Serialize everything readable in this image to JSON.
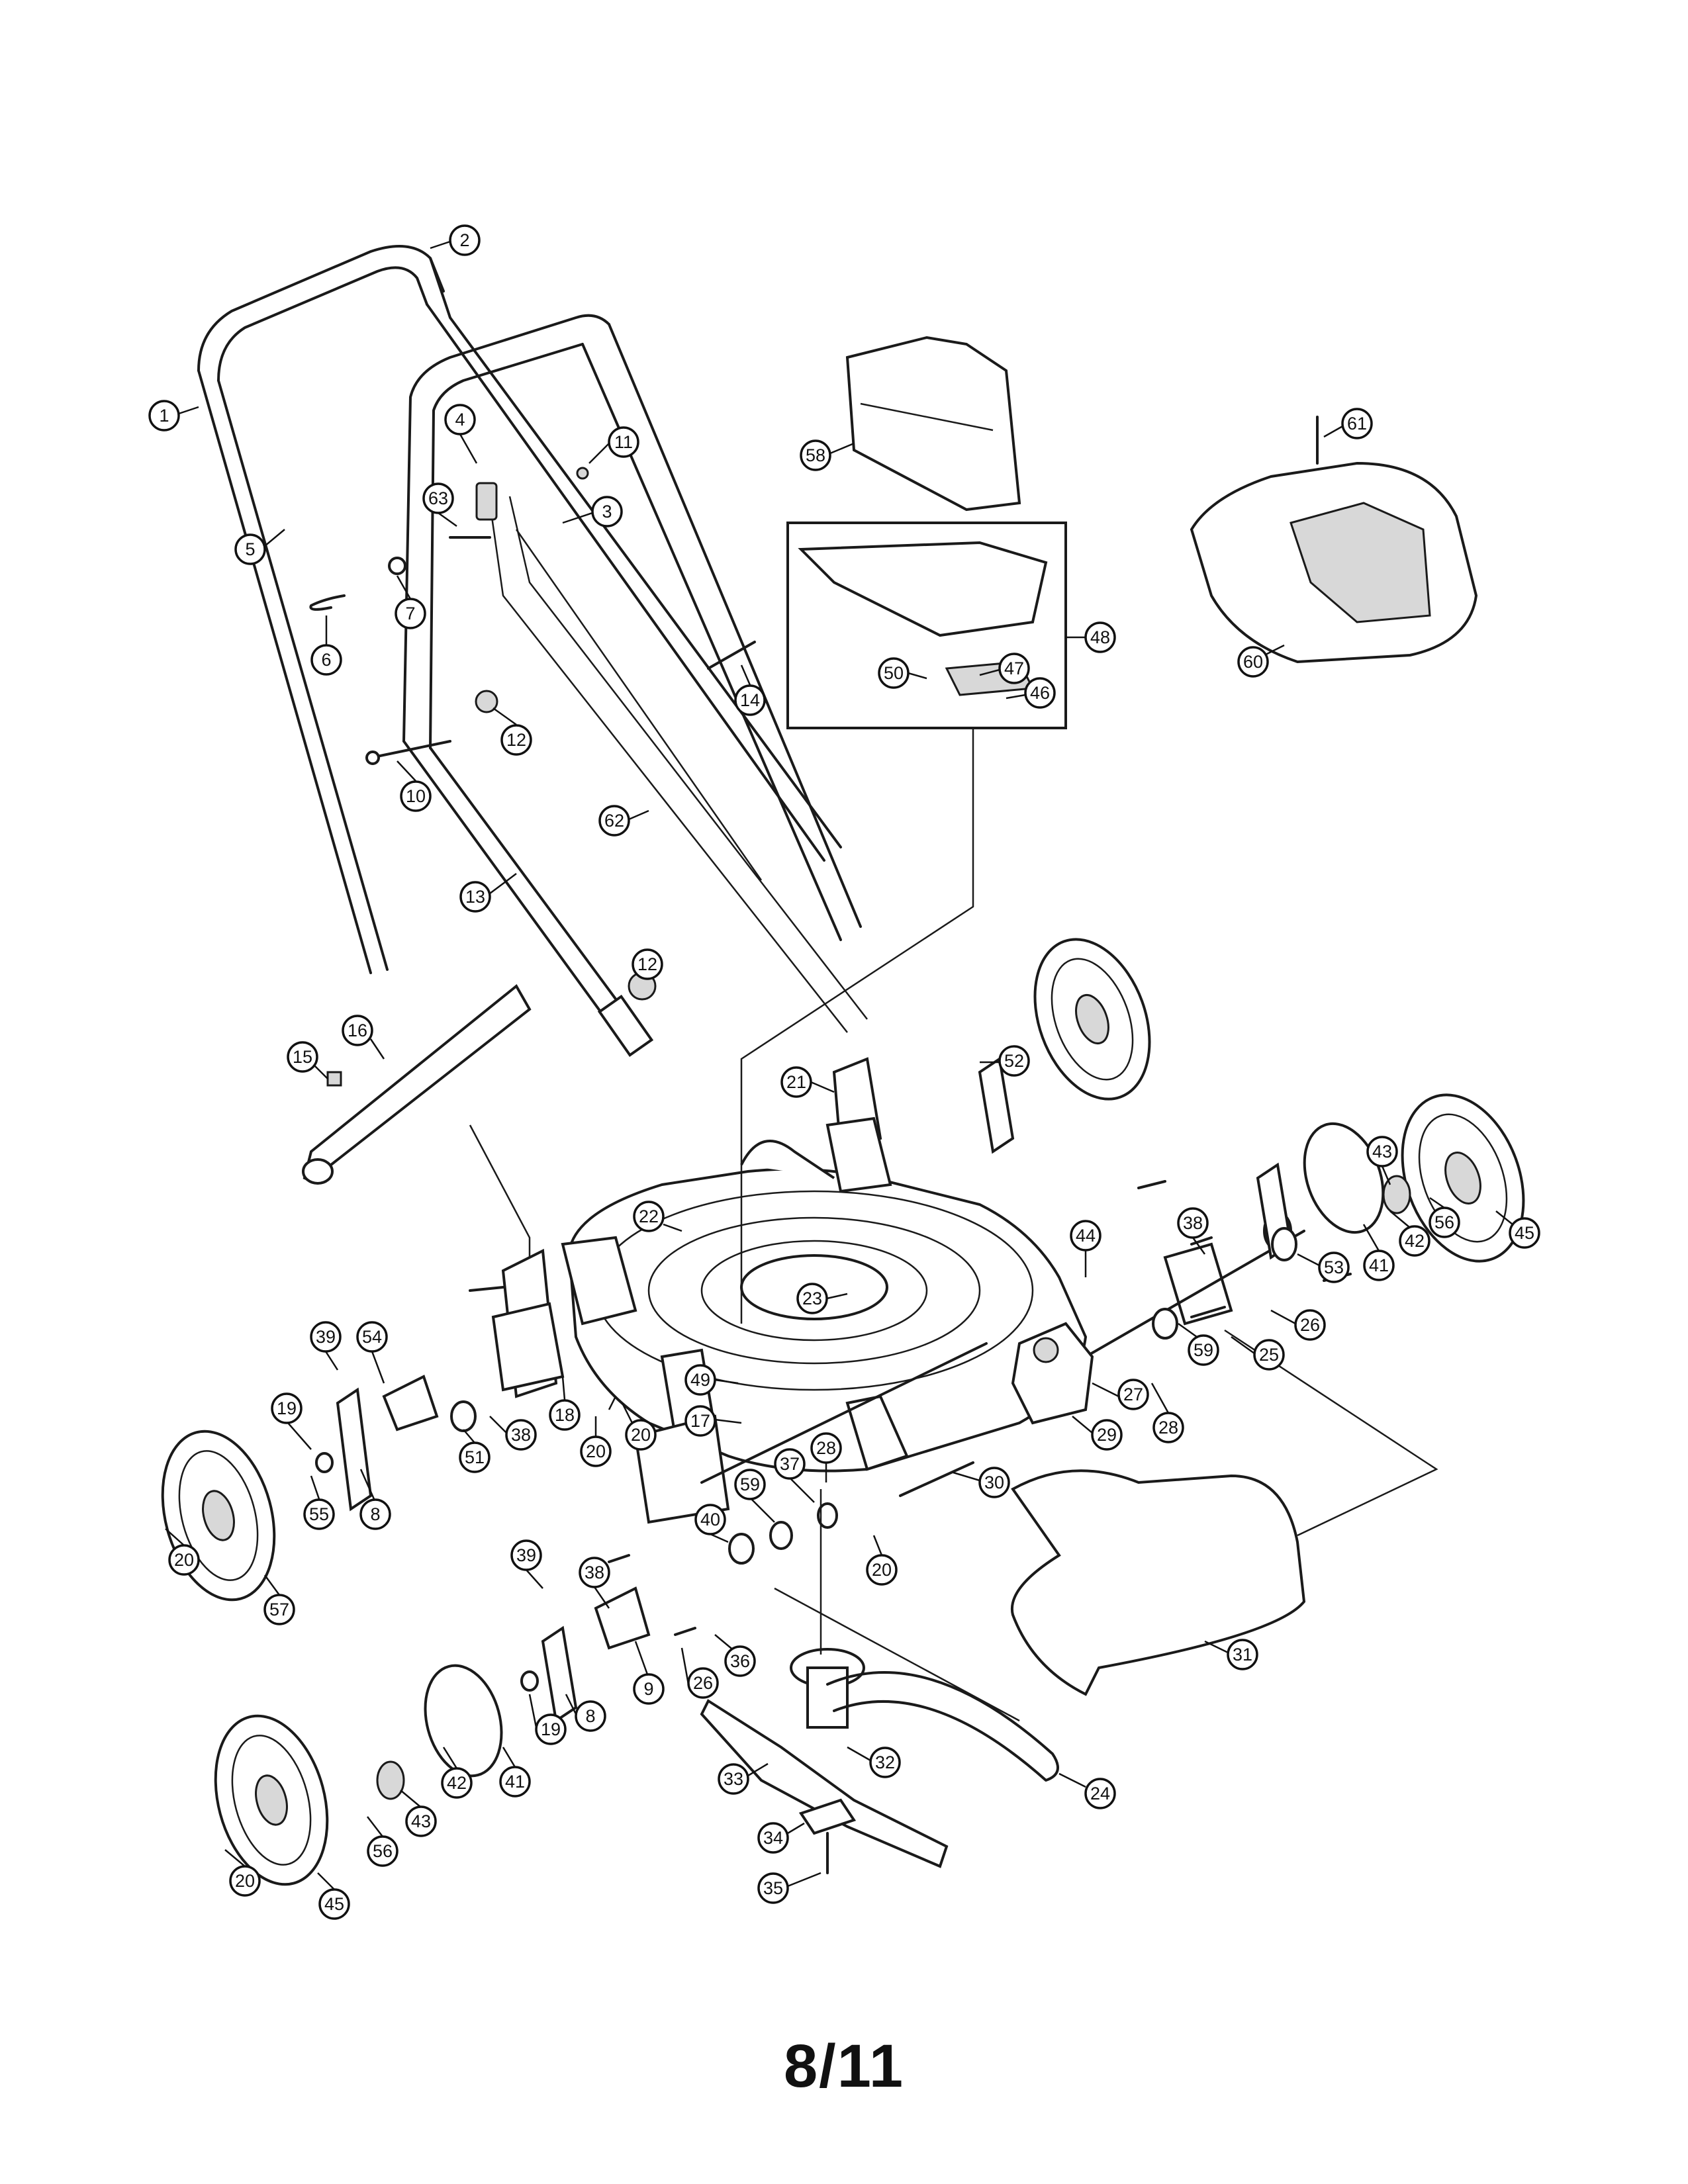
{
  "page": {
    "label": "8/11"
  },
  "callouts": [
    {
      "id": "c1",
      "text": "1"
    },
    {
      "id": "c2",
      "text": "2"
    },
    {
      "id": "c3",
      "text": "3"
    },
    {
      "id": "c4",
      "text": "4"
    },
    {
      "id": "c5",
      "text": "5"
    },
    {
      "id": "c6",
      "text": "6"
    },
    {
      "id": "c7",
      "text": "7"
    },
    {
      "id": "c8a",
      "text": "8"
    },
    {
      "id": "c8b",
      "text": "8"
    },
    {
      "id": "c9",
      "text": "9"
    },
    {
      "id": "c10",
      "text": "10"
    },
    {
      "id": "c11",
      "text": "11"
    },
    {
      "id": "c12a",
      "text": "12"
    },
    {
      "id": "c12b",
      "text": "12"
    },
    {
      "id": "c13",
      "text": "13"
    },
    {
      "id": "c14",
      "text": "14"
    },
    {
      "id": "c15",
      "text": "15"
    },
    {
      "id": "c16",
      "text": "16"
    },
    {
      "id": "c17",
      "text": "17"
    },
    {
      "id": "c18",
      "text": "18"
    },
    {
      "id": "c19a",
      "text": "19"
    },
    {
      "id": "c19b",
      "text": "19"
    },
    {
      "id": "c20a",
      "text": "20"
    },
    {
      "id": "c20b",
      "text": "20"
    },
    {
      "id": "c20c",
      "text": "20"
    },
    {
      "id": "c20d",
      "text": "20"
    },
    {
      "id": "c20e",
      "text": "20"
    },
    {
      "id": "c20f",
      "text": "20"
    },
    {
      "id": "c21",
      "text": "21"
    },
    {
      "id": "c22",
      "text": "22"
    },
    {
      "id": "c23",
      "text": "23"
    },
    {
      "id": "c24",
      "text": "24"
    },
    {
      "id": "c25",
      "text": "25"
    },
    {
      "id": "c26a",
      "text": "26"
    },
    {
      "id": "c26b",
      "text": "26"
    },
    {
      "id": "c27",
      "text": "27"
    },
    {
      "id": "c28a",
      "text": "28"
    },
    {
      "id": "c28b",
      "text": "28"
    },
    {
      "id": "c29",
      "text": "29"
    },
    {
      "id": "c30",
      "text": "30"
    },
    {
      "id": "c31",
      "text": "31"
    },
    {
      "id": "c32",
      "text": "32"
    },
    {
      "id": "c33",
      "text": "33"
    },
    {
      "id": "c34",
      "text": "34"
    },
    {
      "id": "c35",
      "text": "35"
    },
    {
      "id": "c36",
      "text": "36"
    },
    {
      "id": "c37",
      "text": "37"
    },
    {
      "id": "c38a",
      "text": "38"
    },
    {
      "id": "c38b",
      "text": "38"
    },
    {
      "id": "c38c",
      "text": "38"
    },
    {
      "id": "c39a",
      "text": "39"
    },
    {
      "id": "c39b",
      "text": "39"
    },
    {
      "id": "c40",
      "text": "40"
    },
    {
      "id": "c41a",
      "text": "41"
    },
    {
      "id": "c41b",
      "text": "41"
    },
    {
      "id": "c42a",
      "text": "42"
    },
    {
      "id": "c42b",
      "text": "42"
    },
    {
      "id": "c43a",
      "text": "43"
    },
    {
      "id": "c43b",
      "text": "43"
    },
    {
      "id": "c44",
      "text": "44"
    },
    {
      "id": "c45a",
      "text": "45"
    },
    {
      "id": "c45b",
      "text": "45"
    },
    {
      "id": "c46",
      "text": "46"
    },
    {
      "id": "c47",
      "text": "47"
    },
    {
      "id": "c48",
      "text": "48"
    },
    {
      "id": "c49",
      "text": "49"
    },
    {
      "id": "c50",
      "text": "50"
    },
    {
      "id": "c51",
      "text": "51"
    },
    {
      "id": "c52",
      "text": "52"
    },
    {
      "id": "c53",
      "text": "53"
    },
    {
      "id": "c54",
      "text": "54"
    },
    {
      "id": "c55",
      "text": "55"
    },
    {
      "id": "c56a",
      "text": "56"
    },
    {
      "id": "c56b",
      "text": "56"
    },
    {
      "id": "c57",
      "text": "57"
    },
    {
      "id": "c58",
      "text": "58"
    },
    {
      "id": "c59a",
      "text": "59"
    },
    {
      "id": "c59b",
      "text": "59"
    },
    {
      "id": "c60",
      "text": "60"
    },
    {
      "id": "c61",
      "text": "61"
    },
    {
      "id": "c62",
      "text": "62"
    },
    {
      "id": "c63",
      "text": "63"
    }
  ]
}
